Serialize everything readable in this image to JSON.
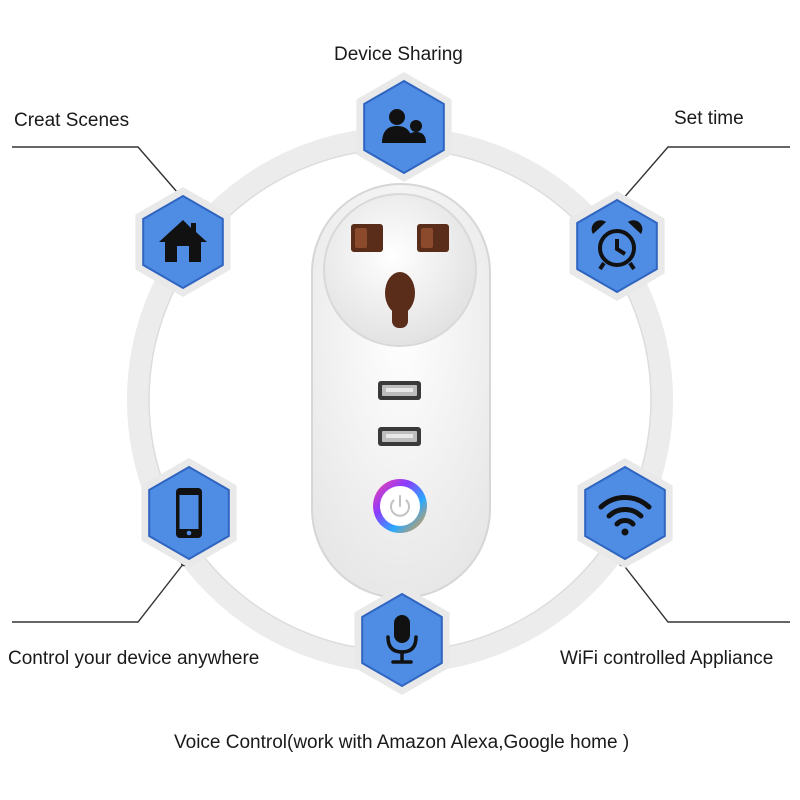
{
  "features": {
    "device_sharing": {
      "label": "Device Sharing",
      "icon": "users-icon"
    },
    "creat_scenes": {
      "label": "Creat Scenes",
      "icon": "home-icon"
    },
    "set_time": {
      "label": "Set time",
      "icon": "alarm-clock-icon"
    },
    "control_anywhere": {
      "label": "Control your device anywhere",
      "icon": "smartphone-icon"
    },
    "wifi_controlled": {
      "label": "WiFi controlled Appliance",
      "icon": "wifi-icon"
    },
    "voice_control": {
      "label": "Voice Control(work with Amazon Alexa,Google home )",
      "icon": "microphone-icon"
    }
  },
  "colors": {
    "hexagon_fill": "#4f8de5",
    "hexagon_stroke": "#2f65c0",
    "icon": "#111111",
    "ring": "#ececec",
    "leader_line": "#333333"
  }
}
